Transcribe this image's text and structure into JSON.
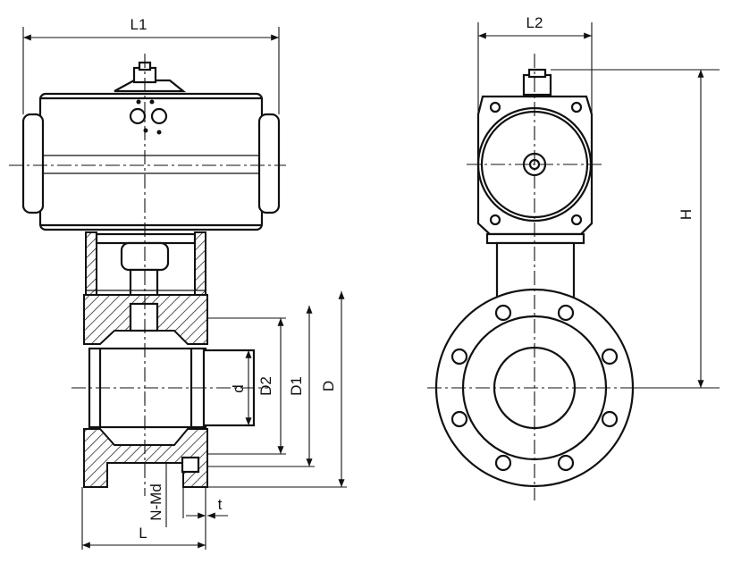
{
  "labels": {
    "l1": "L1",
    "l2": "L2",
    "h": "H",
    "d": "d",
    "d2": "D2",
    "d1": "D1",
    "d_outer": "D",
    "n_md": "N-Md",
    "t": "t",
    "l": "L"
  }
}
